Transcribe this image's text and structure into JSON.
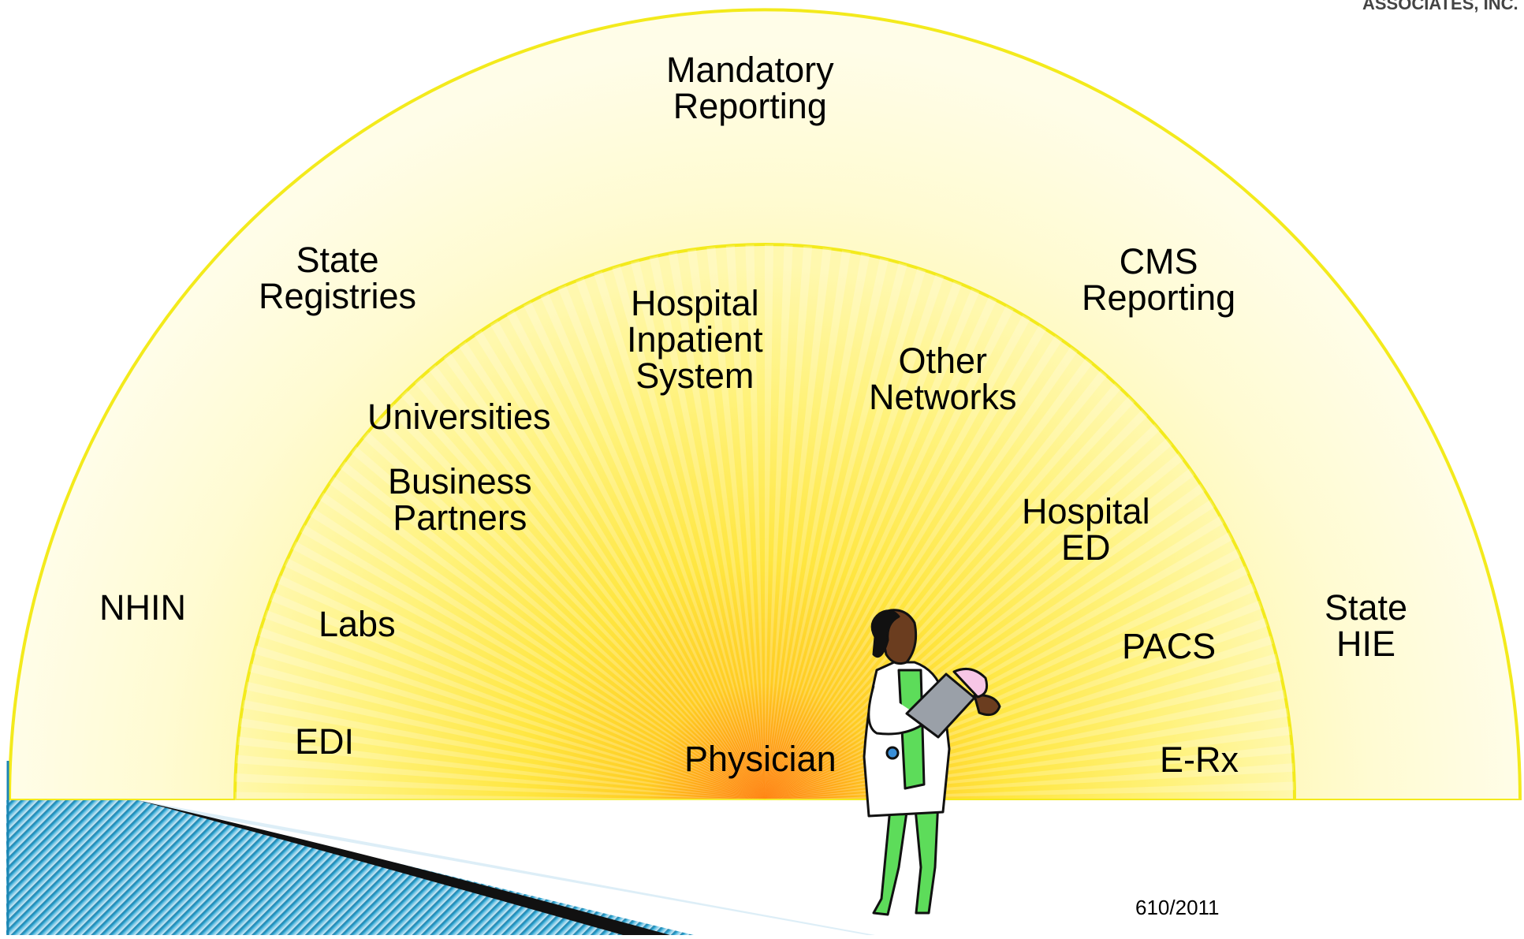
{
  "corner_text": "ASSOCIATES, INC.",
  "footer_text": "610/2011",
  "outer_ring": [
    {
      "id": "mandatory-reporting",
      "lines": [
        "Mandatory",
        "Reporting"
      ]
    },
    {
      "id": "state-registries",
      "lines": [
        "State",
        "Registries"
      ]
    },
    {
      "id": "cms-reporting",
      "lines": [
        "CMS",
        "Reporting"
      ]
    },
    {
      "id": "nhin",
      "lines": [
        "NHIN"
      ]
    },
    {
      "id": "state-hie",
      "lines": [
        "State",
        "HIE"
      ]
    }
  ],
  "inner_ring": [
    {
      "id": "hospital-inpatient-system",
      "lines": [
        "Hospital",
        "Inpatient",
        "System"
      ]
    },
    {
      "id": "other-networks",
      "lines": [
        "Other",
        "Networks"
      ]
    },
    {
      "id": "universities",
      "lines": [
        "Universities"
      ]
    },
    {
      "id": "business-partners",
      "lines": [
        "Business",
        "Partners"
      ]
    },
    {
      "id": "hospital-ed",
      "lines": [
        "Hospital",
        "ED"
      ]
    },
    {
      "id": "labs",
      "lines": [
        "Labs"
      ]
    },
    {
      "id": "pacs",
      "lines": [
        "PACS"
      ]
    },
    {
      "id": "edi",
      "lines": [
        "EDI"
      ]
    },
    {
      "id": "e-rx",
      "lines": [
        "E-Rx"
      ]
    }
  ],
  "center": {
    "id": "physician",
    "lines": [
      "Physician"
    ]
  },
  "colors": {
    "ring_stroke": "#f2ea1e",
    "outer_fill": "#fffbd0",
    "inner_fill": "#ffe640",
    "core_fill": "#ff8a00",
    "accent_blue": "#1b86b4",
    "scrubs_green": "#5ddc5a"
  },
  "figure_icon": "physician-with-clipboard-icon"
}
